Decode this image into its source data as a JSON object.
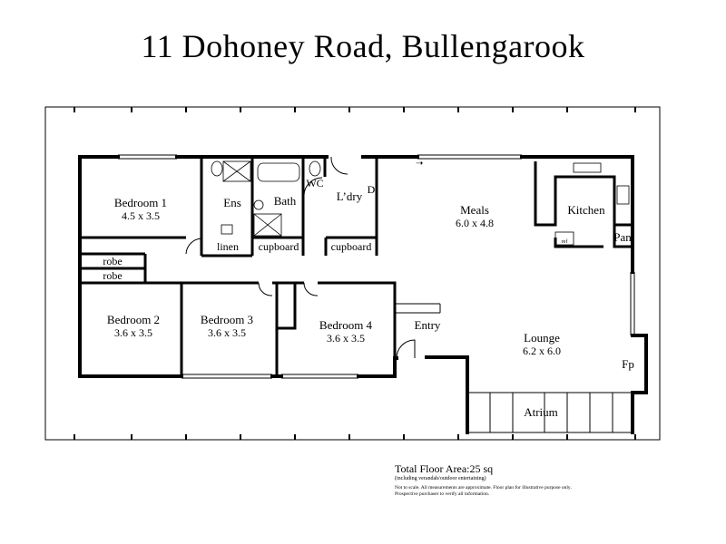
{
  "title": "11 Dohoney Road, Bullengarook",
  "rooms": [
    {
      "name": "Bedroom 1",
      "dims": "4.5 x 3.5"
    },
    {
      "name": "Ens",
      "dims": ""
    },
    {
      "name": "Bath",
      "dims": ""
    },
    {
      "name": "WC",
      "dims": ""
    },
    {
      "name": "L’dry",
      "dims": ""
    },
    {
      "name": "D",
      "dims": ""
    },
    {
      "name": "Meals",
      "dims": "6.0 x 4.8"
    },
    {
      "name": "Kitchen",
      "dims": ""
    },
    {
      "name": "Pan",
      "dims": ""
    },
    {
      "name": "linen",
      "dims": ""
    },
    {
      "name": "cupboard",
      "dims": ""
    },
    {
      "name": "cupboard",
      "dims": ""
    },
    {
      "name": "robe",
      "dims": ""
    },
    {
      "name": "robe",
      "dims": ""
    },
    {
      "name": "Bedroom 2",
      "dims": "3.6 x 3.5"
    },
    {
      "name": "Bedroom 3",
      "dims": "3.6 x 3.5"
    },
    {
      "name": "Bedroom 4",
      "dims": "3.6 x 3.5"
    },
    {
      "name": "Entry",
      "dims": ""
    },
    {
      "name": "Lounge",
      "dims": "6.2 x 6.0"
    },
    {
      "name": "Fp",
      "dims": ""
    },
    {
      "name": "Atrium",
      "dims": ""
    }
  ],
  "fixtures": {
    "ref": "ref"
  },
  "footer": {
    "total_area": "Total Floor Area:25 sq",
    "area_note": "(including verandah/outdoor entertaining)",
    "disclaimer_1": "Not to scale. All measurements are approximate. Floor plan for illustrative purpose only.",
    "disclaimer_2": "Prospective purchaser to verify all information."
  }
}
